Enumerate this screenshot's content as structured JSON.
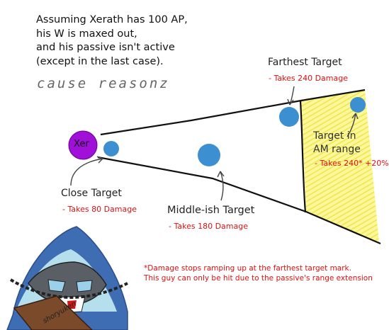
{
  "intro": {
    "lines": [
      "Assuming Xerath has 100 AP,",
      "his W is maxed out,",
      "and his passive isn't active",
      "(except in the last case)."
    ],
    "scribble": "cause reasonz"
  },
  "xerath": {
    "label": "Xer",
    "color": "#a010d8"
  },
  "targets": {
    "close": {
      "name": "Close Target",
      "damage": "- Takes 80 Damage"
    },
    "middle": {
      "name": "Middle-ish Target",
      "damage": "- Takes 180 Damage"
    },
    "farthest": {
      "name": "Farthest Target",
      "damage": "- Takes 240 Damage"
    },
    "am_range": {
      "name_line1": "Target in",
      "name_line2": "AM range",
      "damage": "- Takes 240* +20%"
    }
  },
  "note": {
    "line1": "*Damage stops ramping up at the farthest target mark.",
    "line2": "This guy can only be hit due to the passive's range extension"
  },
  "signature": "shoryuken",
  "colors": {
    "target_blue": "#3c8fd0",
    "am_zone": "#f5f06a",
    "damage_red": "#e01010"
  }
}
